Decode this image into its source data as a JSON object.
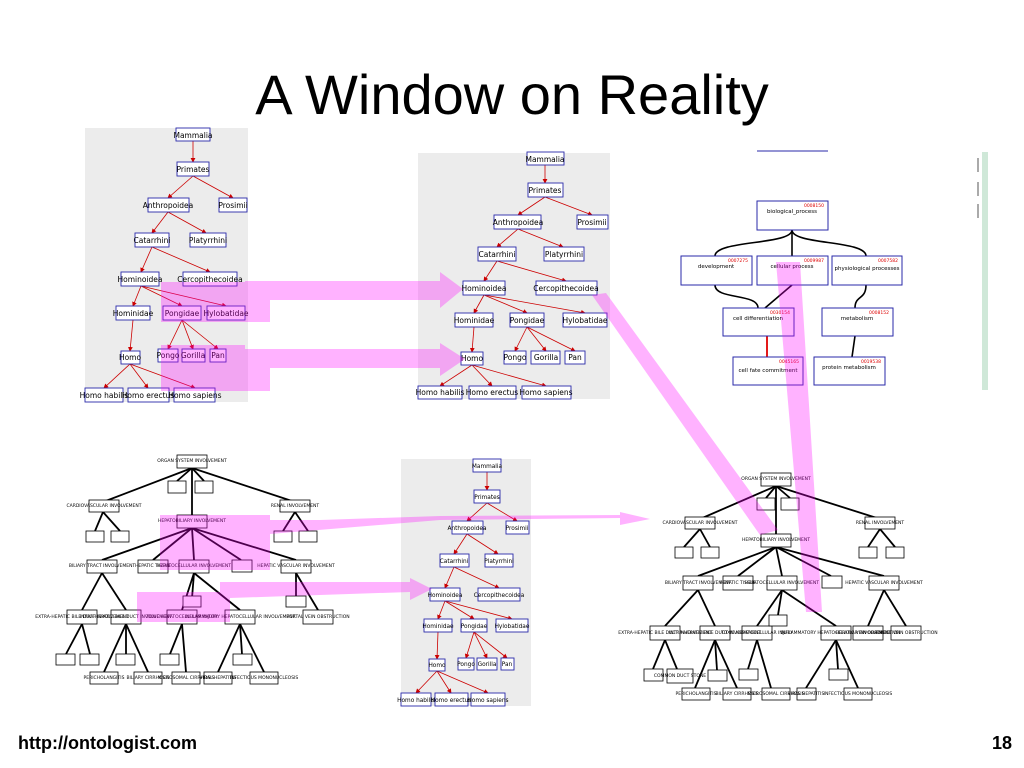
{
  "slide": {
    "title": "A Window on Reality",
    "footer_url": "http://ontologist.com",
    "page_number": "18"
  },
  "taxonomy": {
    "mammalia": "Mammalia",
    "primates": "Primates",
    "anthropoidea": "Anthropoidea",
    "prosimii": "Prosimii",
    "catarrhini": "Catarrhini",
    "platyrrhini": "Platyrrhini",
    "hominoidea": "Hominoidea",
    "cercopithecoidea": "Cercopithecoidea",
    "hominidae": "Hominidae",
    "pongidae": "Pongidae",
    "hylobatidae": "Hylobatidae",
    "homo": "Homo",
    "pongo": "Pongo",
    "gorilla": "Gorilla",
    "pan": "Pan",
    "homo_habilis": "Homo habilis",
    "homo_erectus": "Homo erectus",
    "homo_sapiens": "Homo sapiens"
  },
  "go_graph": {
    "biological_process": {
      "id": "0008150",
      "label": "biological_process"
    },
    "development": {
      "id": "0007275",
      "label": "development"
    },
    "cellular_process": {
      "id": "0009987",
      "label": "cellular process"
    },
    "physiological_processes": {
      "id": "0007582",
      "label": "physiological processes"
    },
    "cell_differentiation": {
      "id": "0030154",
      "label": "cell differentiation"
    },
    "metabolism": {
      "id": "0008152",
      "label": "metabolism"
    },
    "cell_fate_commitment": {
      "id": "0045165",
      "label": "cell fate commitment"
    },
    "protein_metabolism": {
      "id": "0019538",
      "label": "protein metabolism"
    }
  },
  "organ_tree": {
    "root": "ORGAN SYSTEM INVOLVEMENT",
    "cardiovascular": "CARDIOVASCULAR INVOLVEMENT",
    "renal": "RENAL INVOLVEMENT",
    "hepatobiliary": "HEPATOBILIARY INVOLVEMENT",
    "biliary_tract": "BILIARY TRACT INVOLVEMENT",
    "hepatic_tissue": "HEPATIC TISSUE",
    "hepatocellular": "HEPATOCELLULAR INVOLVEMENT",
    "hepatic_vascular": "HEPATIC VASCULAR INVOLVEMENT",
    "extra_hepatic": "EXTRA-HEPATIC BILE DUCT INVOLVEMENT",
    "intra_hepatic": "INTRA-HEPATIC BILE DUCT INVOLVEMENT",
    "toxic_hepato": "TOXIC HEPATOCELLULAR INJURY",
    "inflammatory": "INFLAMMATORY HEPATOCELLULAR INVOLVEMENT",
    "hepatic_vein": "HEPATIC VEIN OBSTRUCTION",
    "portal_vein": "PORTAL VEIN OBSTRUCTION",
    "common_duct": "COMMON DUCT STONE",
    "pericholangitis": "PERICHOLANGITIS",
    "biliary_cirrhosis": "BILIARY CIRRHOSIS",
    "microsomal": "MICROSOMAL CIRRHOSIS",
    "viral_hepatitis": "VIRAL HEPATITIS",
    "infectious_mono": "INFECTIOUS MONONUCLEOSIS"
  }
}
